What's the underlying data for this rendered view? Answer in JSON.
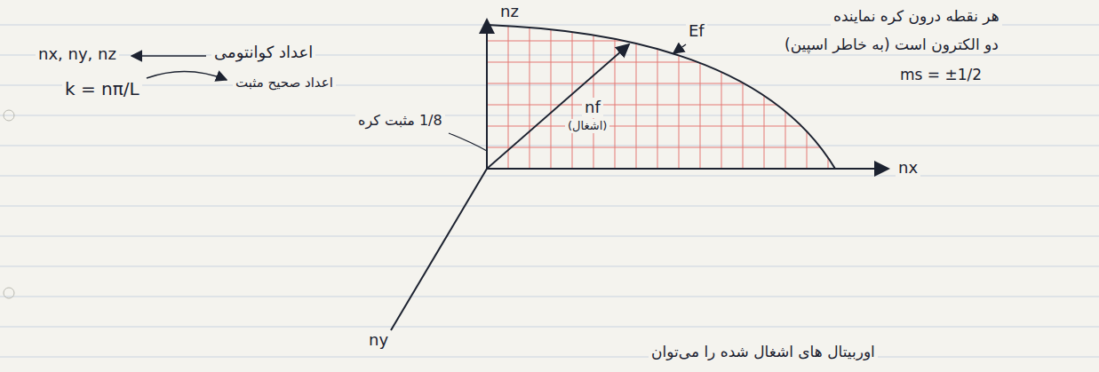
{
  "diagram": {
    "labels": [
      "nx, ny, nz",
      "اعداد کوانتومی",
      "k = nπ/L",
      "اعداد صحیح مثبت",
      "1/8 مثبت کره",
      "nz",
      "nx",
      "ny",
      "Ef",
      "nf",
      "(اشغال)",
      "هر نقطه درون کره نماینده",
      "دو الکترون است (به خاطر اسپین)",
      "ms = ±1/2",
      "اوربیتال های اشغال شده را می‌توان"
    ]
  }
}
